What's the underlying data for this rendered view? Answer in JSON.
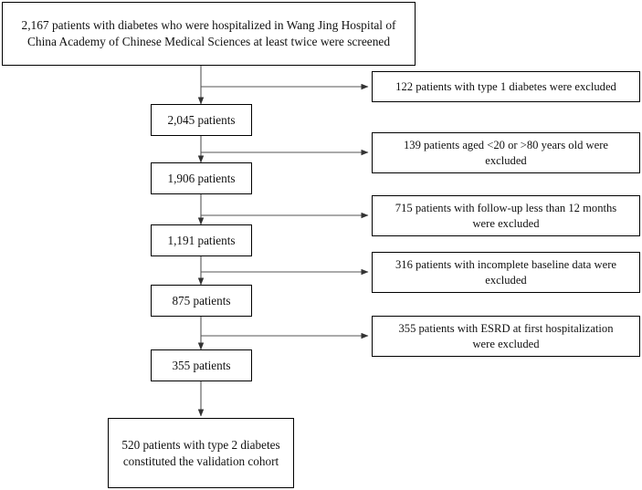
{
  "diagram": {
    "type": "patient-flow-chart",
    "title_text": "2,167 patients with diabetes who were hospitalized in Wang Jing Hospital of China Academy of Chinese Medical Sciences at least twice were screened",
    "colors": {
      "border": "#000000",
      "background": "#ffffff",
      "text": "#111111",
      "connector": "#555555"
    },
    "header": {
      "label": "2,167 patients with diabetes who were hospitalized in Wang Jing Hospital of\nChina Academy of Chinese Medical Sciences at least twice were screened",
      "count": "2,167"
    },
    "stages": [
      {
        "label": "2,045 patients",
        "count": "2,045"
      },
      {
        "label": "1,906 patients",
        "count": "1,906"
      },
      {
        "label": "1,191 patients",
        "count": "1,191"
      },
      {
        "label": "875 patients",
        "count": "875"
      },
      {
        "label": "355 patients",
        "count": "355"
      }
    ],
    "exclusions": [
      {
        "label": "122 patients with type 1 diabetes were excluded",
        "count": "122"
      },
      {
        "label": "139 patients aged <20 or >80 years old were\nexcluded",
        "count": "139"
      },
      {
        "label": "715 patients with follow-up less than 12 months\nwere excluded",
        "count": "715"
      },
      {
        "label": "316 patients with incomplete baseline data were\nexcluded",
        "count": "316"
      },
      {
        "label": "355 patients with ESRD at first hospitalization\nwere excluded",
        "count": "355"
      }
    ],
    "final": {
      "label": "520 patients with type 2 diabetes\nconstituted the validation cohort",
      "count": "520"
    }
  }
}
